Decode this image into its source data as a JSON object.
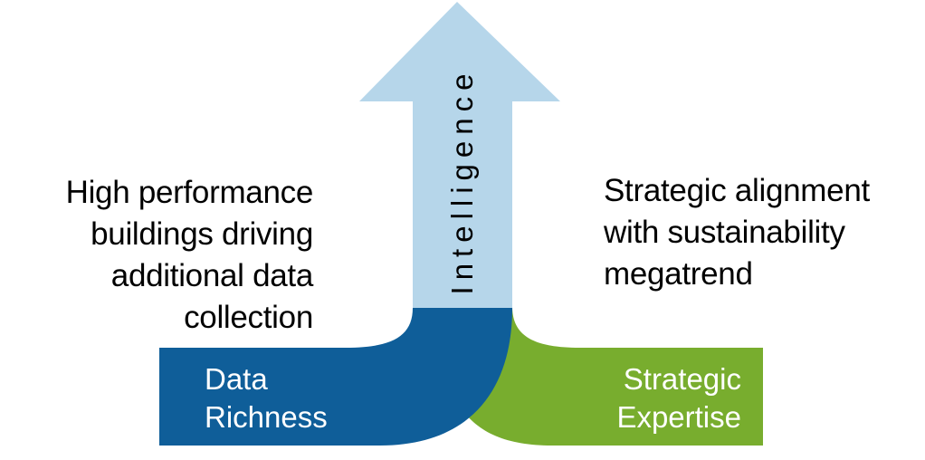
{
  "diagram": {
    "arrow_label": "Intelligence",
    "left_base": {
      "line1": "Data",
      "line2": "Richness"
    },
    "right_base": {
      "line1": "Strategic",
      "line2": "Expertise"
    },
    "left_text": {
      "line1": "High performance",
      "line2": "buildings driving",
      "line3": "additional data",
      "line4": "collection"
    },
    "right_text": {
      "line1": "Strategic alignment",
      "line2": "with sustainability",
      "line3": "megatrend"
    }
  },
  "colors": {
    "arrow_light_blue": "#b6d6ea",
    "data_richness_blue": "#0f5e99",
    "strategic_expertise_green": "#78ad2e",
    "label_text": "#ffffff",
    "body_text": "#000000"
  }
}
